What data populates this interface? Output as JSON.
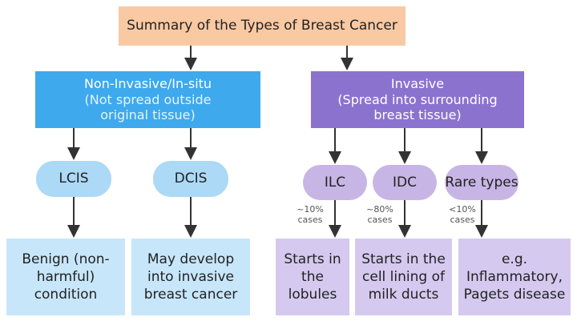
{
  "root": {
    "label": "Summary of the Types of Breast Cancer"
  },
  "non_invasive": {
    "title": "Non-Invasive/In-situ",
    "subtitle": "(Not spread outside\noriginal tissue)",
    "types": [
      {
        "name": "LCIS",
        "description": "Benign  (non-\nharmful)\ncondition"
      },
      {
        "name": "DCIS",
        "description": "May develop\ninto invasive\nbreast cancer"
      }
    ]
  },
  "invasive": {
    "title": "Invasive",
    "subtitle": "(Spread into surrounding\nbreast tissue)",
    "types": [
      {
        "name": "ILC",
        "share": "~10%\ncases",
        "description": "Starts in\nthe\nlobules"
      },
      {
        "name": "IDC",
        "share": "~80%\ncases",
        "description": "Starts in the\ncell lining of\nmilk ducts"
      },
      {
        "name": "Rare types",
        "share": "<10%\ncases",
        "description": "e.g.\nInflammatory,\nPagets disease"
      }
    ]
  },
  "colors": {
    "root": "#f9c9a3",
    "non_invasive": "#3ea9ec",
    "non_invasive_type": "#abd9f6",
    "non_invasive_leaf": "#c7e6fa",
    "invasive": "#8c72cf",
    "invasive_type": "#c7b5e6",
    "invasive_leaf": "#d5c9ef",
    "connector": "#333333"
  }
}
